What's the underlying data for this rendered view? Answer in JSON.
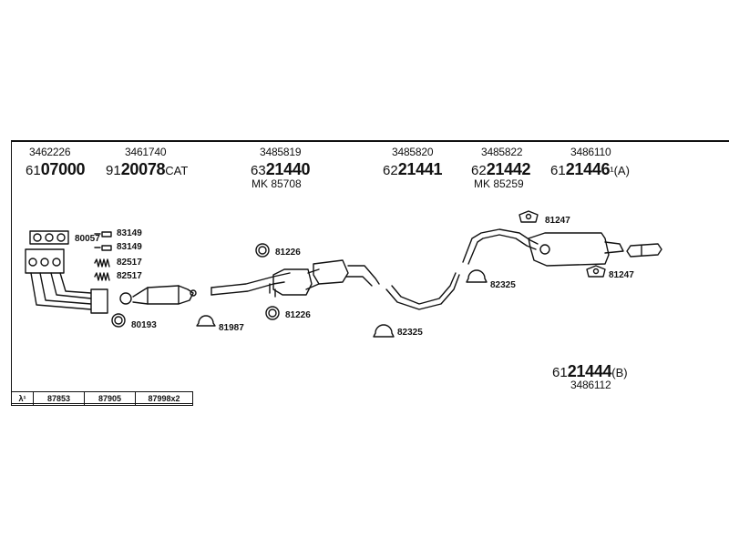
{
  "top_parts": [
    {
      "ref": "3462226",
      "prefix": "61",
      "main": "07000",
      "suffix": "",
      "mk": ""
    },
    {
      "ref": "3461740",
      "prefix": "91",
      "main": "20078",
      "suffix": "CAT",
      "mk": ""
    },
    {
      "ref": "3485819",
      "prefix": "63",
      "main": "21440",
      "suffix": "",
      "mk": "MK  85708"
    },
    {
      "ref": "3485820",
      "prefix": "62",
      "main": "21441",
      "suffix": "",
      "mk": ""
    },
    {
      "ref": "3485822",
      "prefix": "62",
      "main": "21442",
      "suffix": "",
      "mk": "MK  85259"
    },
    {
      "ref": "3486110",
      "prefix": "61",
      "main": "21446",
      "suffix": "¹(A)",
      "mk": ""
    }
  ],
  "bottom_part": {
    "prefix": "61",
    "main": "21444",
    "suffix": "(B)",
    "ref": "3486112"
  },
  "labels": {
    "l80057": "80057",
    "l83149a": "83149",
    "l83149b": "83149",
    "l82517a": "82517",
    "l82517b": "82517",
    "l80193": "80193",
    "l81987": "81987",
    "l81226a": "81226",
    "l81226b": "81226",
    "l82325a": "82325",
    "l82325b": "82325",
    "l81247a": "81247",
    "l81247b": "81247"
  },
  "table": {
    "symbol": "λ¹",
    "cells": [
      "87853",
      "87905",
      "87998x2"
    ]
  }
}
